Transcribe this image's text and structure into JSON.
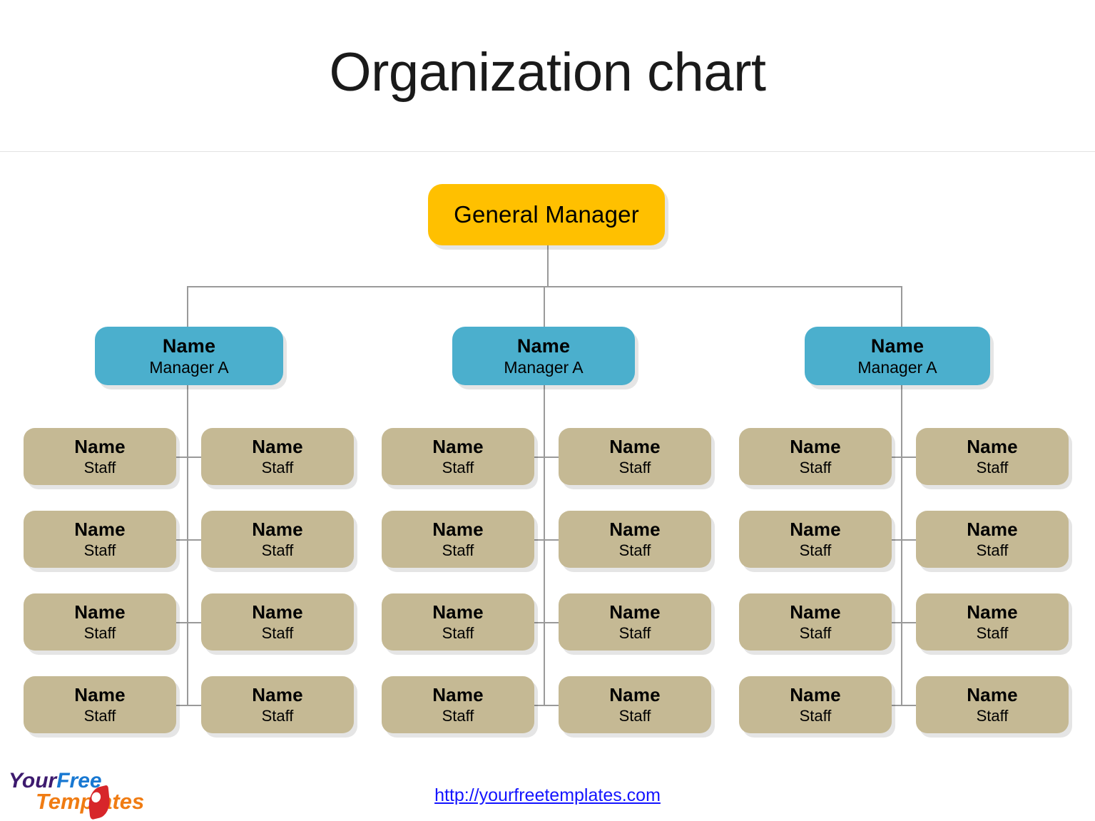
{
  "slide": {
    "title": "Organization chart",
    "background_color": "#ffffff"
  },
  "colors": {
    "general_manager": "#FFC000",
    "manager": "#4BAFCD",
    "staff": "#C5B994",
    "connector": "#9a9a9a",
    "link": "#1414ff"
  },
  "chart_data": {
    "type": "diagram",
    "diagram_kind": "organization-chart",
    "title": "Organization chart",
    "levels": 3,
    "root": {
      "id": "gm",
      "label": "General Manager",
      "role": "",
      "color": "#FFC000"
    },
    "managers": [
      {
        "id": "manager-1",
        "name": "Name",
        "role": "Manager A",
        "color": "#4BAFCD",
        "staff_count": 8
      },
      {
        "id": "manager-2",
        "name": "Name",
        "role": "Manager A",
        "color": "#4BAFCD",
        "staff_count": 8
      },
      {
        "id": "manager-3",
        "name": "Name",
        "role": "Manager A",
        "color": "#4BAFCD",
        "staff_count": 8
      }
    ],
    "staff_rows": 4,
    "staff_columns_per_manager": 2,
    "staff_node": {
      "name": "Name",
      "role": "Staff",
      "color": "#C5B994"
    }
  },
  "nodes": {
    "general_manager": {
      "label": "General Manager"
    },
    "manager_1": {
      "name": "Name",
      "role": "Manager A"
    },
    "manager_2": {
      "name": "Name",
      "role": "Manager A"
    },
    "manager_3": {
      "name": "Name",
      "role": "Manager A"
    },
    "staff": {
      "c1r1a": {
        "name": "Name",
        "role": "Staff"
      },
      "c1r1b": {
        "name": "Name",
        "role": "Staff"
      },
      "c1r2a": {
        "name": "Name",
        "role": "Staff"
      },
      "c1r2b": {
        "name": "Name",
        "role": "Staff"
      },
      "c1r3a": {
        "name": "Name",
        "role": "Staff"
      },
      "c1r3b": {
        "name": "Name",
        "role": "Staff"
      },
      "c1r4a": {
        "name": "Name",
        "role": "Staff"
      },
      "c1r4b": {
        "name": "Name",
        "role": "Staff"
      },
      "c2r1a": {
        "name": "Name",
        "role": "Staff"
      },
      "c2r1b": {
        "name": "Name",
        "role": "Staff"
      },
      "c2r2a": {
        "name": "Name",
        "role": "Staff"
      },
      "c2r2b": {
        "name": "Name",
        "role": "Staff"
      },
      "c2r3a": {
        "name": "Name",
        "role": "Staff"
      },
      "c2r3b": {
        "name": "Name",
        "role": "Staff"
      },
      "c2r4a": {
        "name": "Name",
        "role": "Staff"
      },
      "c2r4b": {
        "name": "Name",
        "role": "Staff"
      },
      "c3r1a": {
        "name": "Name",
        "role": "Staff"
      },
      "c3r1b": {
        "name": "Name",
        "role": "Staff"
      },
      "c3r2a": {
        "name": "Name",
        "role": "Staff"
      },
      "c3r2b": {
        "name": "Name",
        "role": "Staff"
      },
      "c3r3a": {
        "name": "Name",
        "role": "Staff"
      },
      "c3r3b": {
        "name": "Name",
        "role": "Staff"
      },
      "c3r4a": {
        "name": "Name",
        "role": "Staff"
      },
      "c3r4b": {
        "name": "Name",
        "role": "Staff"
      }
    }
  },
  "footer": {
    "url": "http://yourfreetemplates.com",
    "logo": {
      "word1": "Your",
      "word2": "Free",
      "word3": "Templates"
    }
  }
}
